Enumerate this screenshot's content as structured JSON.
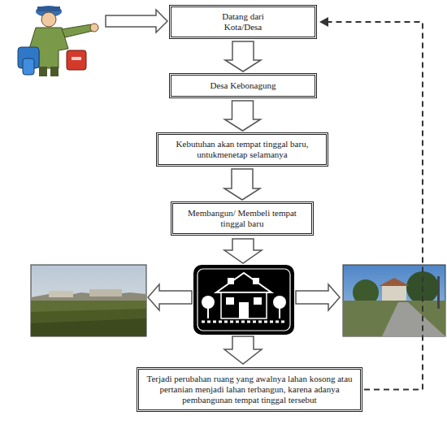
{
  "diagram": {
    "nodes": [
      {
        "text": [
          "Datang dari Kota/Desa"
        ]
      },
      {
        "text": [
          "Desa Kebonagung"
        ]
      },
      {
        "text": [
          "Kebutuhan akan tempat tinggal baru, untukmenetap selamanya"
        ]
      },
      {
        "text": [
          "Membangun/ Membeli tempat tinggal baru"
        ]
      },
      {
        "text": [
          "Terjadi perubahan ruang yang awalnya lahan kosong atau pertanian menjadi lahan terbangun, karena adanya pembangunan tempat tinggal tersebut"
        ]
      }
    ],
    "edges": [
      {
        "from": 0,
        "to": 1,
        "arrow": "to"
      },
      {
        "from": 1,
        "to": 2,
        "arrow": "to"
      },
      {
        "from": 2,
        "to": 3,
        "arrow": "to"
      },
      {
        "from": 4,
        "to": 0,
        "arrow": "to"
      }
    ]
  }
}
